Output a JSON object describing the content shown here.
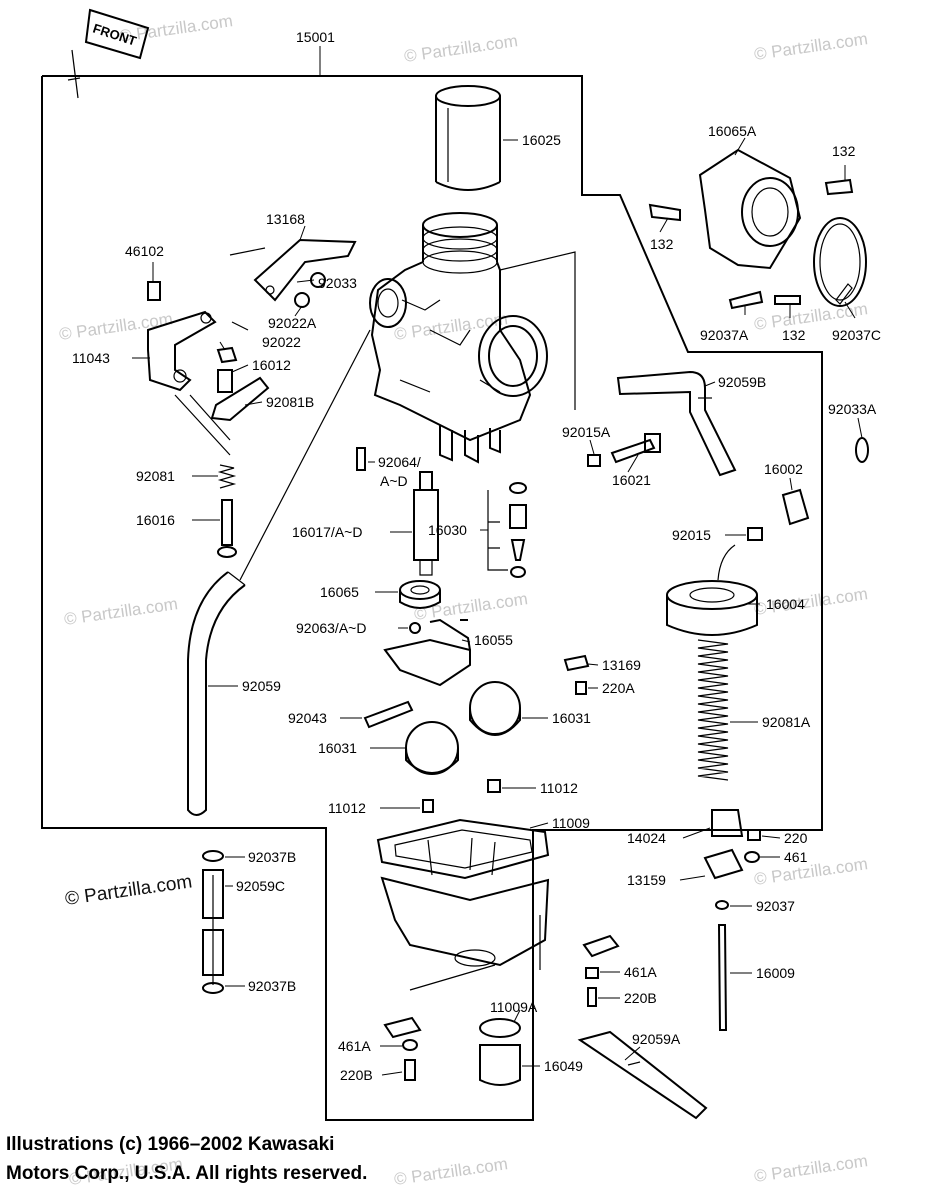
{
  "watermark": "© Partzilla.com",
  "front_tag": "FRONT",
  "copyright": {
    "line1": "Illustrations (c) 1966–2002 Kawasaki",
    "line2": "Motors Corp., U.S.A.  All rights reserved."
  },
  "parts": [
    {
      "id": "p15001",
      "label": "15001"
    },
    {
      "id": "p16025",
      "label": "16025"
    },
    {
      "id": "p16065A",
      "label": "16065A"
    },
    {
      "id": "p132a",
      "label": "132"
    },
    {
      "id": "p132b",
      "label": "132"
    },
    {
      "id": "p132c",
      "label": "132"
    },
    {
      "id": "p13168",
      "label": "13168"
    },
    {
      "id": "p46102",
      "label": "46102"
    },
    {
      "id": "p92033",
      "label": "92033"
    },
    {
      "id": "p92022A",
      "label": "92022A"
    },
    {
      "id": "p92022",
      "label": "92022"
    },
    {
      "id": "p11043",
      "label": "11043"
    },
    {
      "id": "p16012",
      "label": "16012"
    },
    {
      "id": "p92081B",
      "label": "92081B"
    },
    {
      "id": "p92037A",
      "label": "92037A"
    },
    {
      "id": "p92037C",
      "label": "92037C"
    },
    {
      "id": "p92059B",
      "label": "92059B"
    },
    {
      "id": "p92033A",
      "label": "92033A"
    },
    {
      "id": "p92015A",
      "label": "92015A"
    },
    {
      "id": "p16021",
      "label": "16021"
    },
    {
      "id": "p16002",
      "label": "16002"
    },
    {
      "id": "p92064",
      "label": "92064/"
    },
    {
      "id": "p92064b",
      "label": "A~D"
    },
    {
      "id": "p92081",
      "label": "92081"
    },
    {
      "id": "p16016",
      "label": "16016"
    },
    {
      "id": "p16030",
      "label": "16030"
    },
    {
      "id": "p16017",
      "label": "16017/A~D"
    },
    {
      "id": "p92015",
      "label": "92015"
    },
    {
      "id": "p16065",
      "label": "16065"
    },
    {
      "id": "p16004",
      "label": "16004"
    },
    {
      "id": "p92063",
      "label": "92063/A~D"
    },
    {
      "id": "p16055",
      "label": "16055"
    },
    {
      "id": "p13169",
      "label": "13169"
    },
    {
      "id": "p220A",
      "label": "220A"
    },
    {
      "id": "p92059",
      "label": "92059"
    },
    {
      "id": "p92043",
      "label": "92043"
    },
    {
      "id": "p16031a",
      "label": "16031"
    },
    {
      "id": "p16031b",
      "label": "16031"
    },
    {
      "id": "p92081A",
      "label": "92081A"
    },
    {
      "id": "p11012a",
      "label": "11012"
    },
    {
      "id": "p11012b",
      "label": "11012"
    },
    {
      "id": "p11009",
      "label": "11009"
    },
    {
      "id": "p14024",
      "label": "14024"
    },
    {
      "id": "p220",
      "label": "220"
    },
    {
      "id": "p461",
      "label": "461"
    },
    {
      "id": "p92037Ba",
      "label": "92037B"
    },
    {
      "id": "p92059C",
      "label": "92059C"
    },
    {
      "id": "p13159",
      "label": "13159"
    },
    {
      "id": "p92037",
      "label": "92037"
    },
    {
      "id": "p461A",
      "label": "461A"
    },
    {
      "id": "p16009",
      "label": "16009"
    },
    {
      "id": "p92037Bb",
      "label": "92037B"
    },
    {
      "id": "p220B",
      "label": "220B"
    },
    {
      "id": "p11009A",
      "label": "11009A"
    },
    {
      "id": "p92059A",
      "label": "92059A"
    },
    {
      "id": "p461Ab",
      "label": "461A"
    },
    {
      "id": "p16049",
      "label": "16049"
    },
    {
      "id": "p220Bb",
      "label": "220B"
    }
  ]
}
